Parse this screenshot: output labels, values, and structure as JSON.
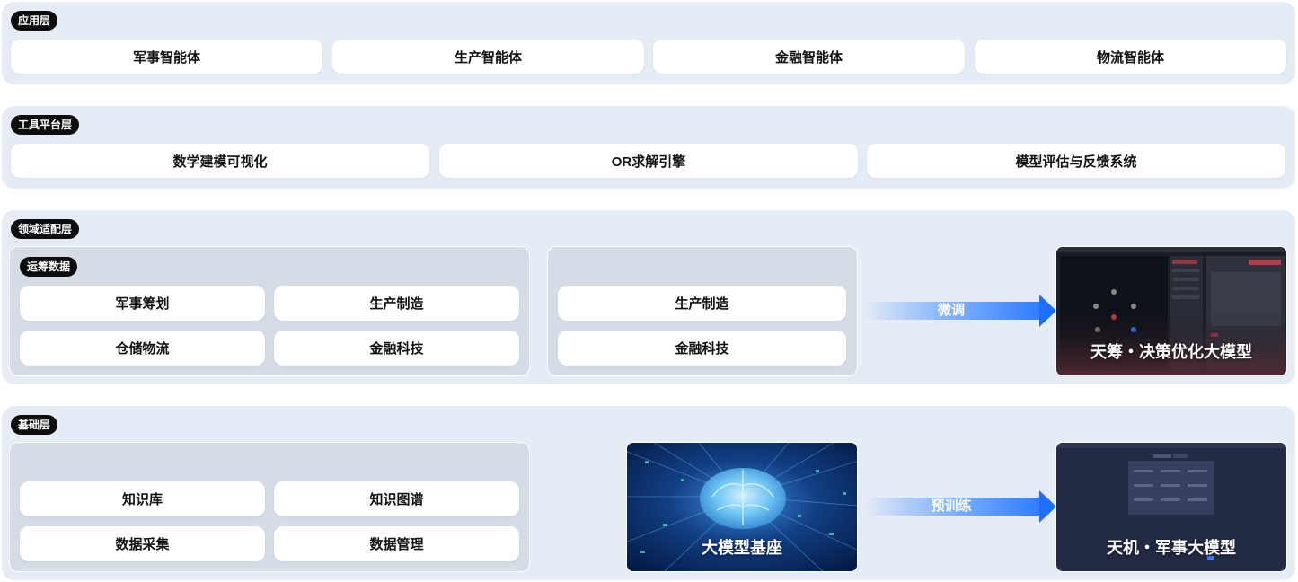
{
  "application_layer": {
    "tag": "应用层",
    "items": [
      "军事智能体",
      "生产智能体",
      "金融智能体",
      "物流智能体"
    ]
  },
  "tool_layer": {
    "tag": "工具平台层",
    "items": [
      "数学建模可视化",
      "OR求解引擎",
      "模型评估与反馈系统"
    ]
  },
  "domain_layer": {
    "tag": "领域适配层",
    "ops_data": {
      "tag": "运筹数据",
      "items": [
        "军事筹划",
        "生产制造",
        "仓储物流",
        "金融科技"
      ]
    },
    "other_data": {
      "items": [
        "生产制造",
        "金融科技"
      ]
    },
    "arrow_label": "微调",
    "model_caption": "天筹・决策优化大模型"
  },
  "base_layer": {
    "tag": "基础层",
    "items": [
      "知识库",
      "知识图谱",
      "数据采集",
      "数据管理"
    ],
    "base_caption": "大模型基座",
    "arrow_label": "预训练",
    "model_caption": "天机・军事大模型"
  },
  "colors": {
    "layer_bg": "#e6ecf5",
    "panel_bg": "#d6dce5",
    "tag_bg": "#0d0d0d",
    "arrow_blue": "#2f7dff"
  }
}
